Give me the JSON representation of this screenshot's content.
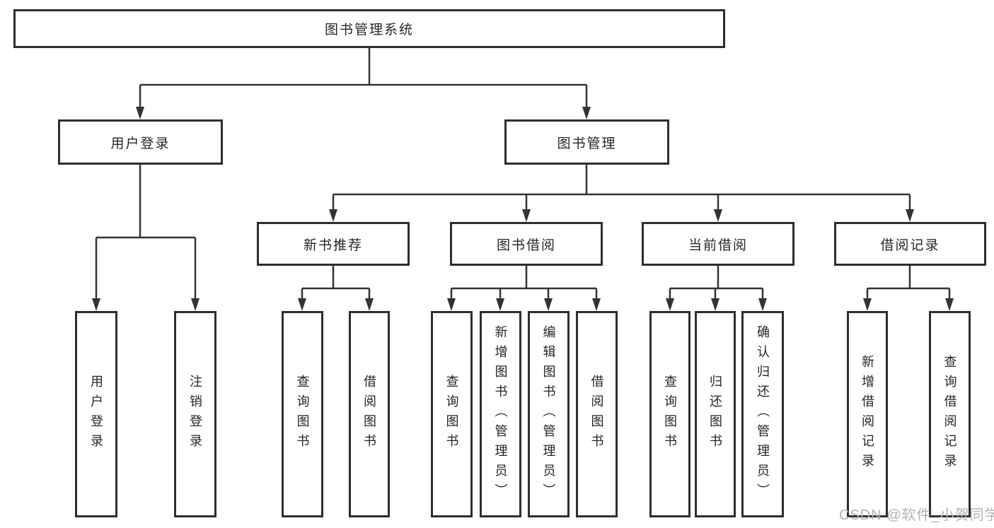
{
  "diagram": {
    "root": {
      "label": "图书管理系统"
    },
    "level2": [
      {
        "label": "用户登录"
      },
      {
        "label": "图书管理"
      }
    ],
    "level3": [
      {
        "label": "新书推荐"
      },
      {
        "label": "图书借阅"
      },
      {
        "label": "当前借阅"
      },
      {
        "label": "借阅记录"
      }
    ],
    "leaves": {
      "login": [
        "用户登录",
        "注销登录"
      ],
      "recommend": [
        "查询图书",
        "借阅图书"
      ],
      "borrow": [
        "查询图书",
        "新增图书（管理员）",
        "编辑图书（管理员）",
        "借阅图书"
      ],
      "current": [
        "查询图书",
        "归还图书",
        "确认归还（管理员）"
      ],
      "records": [
        "新增借阅记录",
        "查询借阅记录"
      ]
    }
  },
  "watermark": {
    "text": "CSDN @软件_小贺同学"
  },
  "colors": {
    "line": "#333333",
    "border": "#2e2e2e",
    "text": "#262626",
    "watermark": "#b2b2b2",
    "background": "#ffffff"
  }
}
